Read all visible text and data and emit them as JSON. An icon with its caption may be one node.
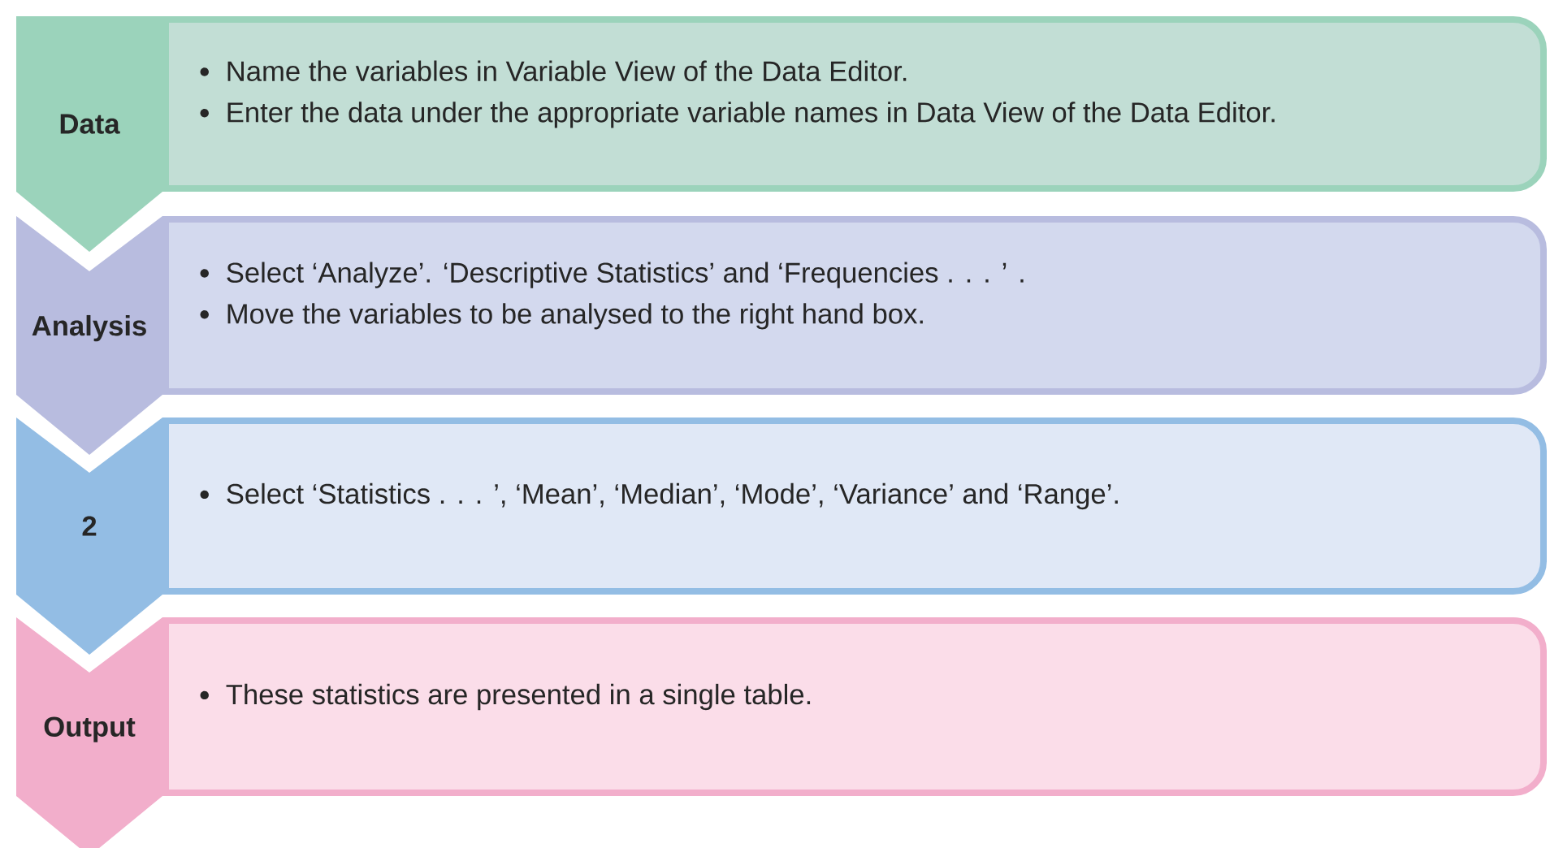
{
  "diagram": {
    "nodes": [
      {
        "text": [
          "Data"
        ]
      },
      {
        "text": [
          "Name the variables in Variable View of the Data Editor.",
          "Enter the data under the appropriate variable names in Data View of the Data Editor."
        ]
      },
      {
        "text": [
          "Analysis"
        ]
      },
      {
        "text": [
          "Select ‘Analyze’. ‘Descriptive Statistics’ and ‘Frequencies . . . ’ .",
          "Move the variables to be analysed to the right hand box."
        ]
      },
      {
        "text": [
          "2"
        ]
      },
      {
        "text": [
          "Select ‘Statistics . . . ’, ‘Mean’, ‘Median’, ‘Mode’, ‘Variance’ and ‘Range’."
        ]
      },
      {
        "text": [
          "Output"
        ]
      },
      {
        "text": [
          "These statistics are presented in a single table."
        ]
      }
    ]
  }
}
